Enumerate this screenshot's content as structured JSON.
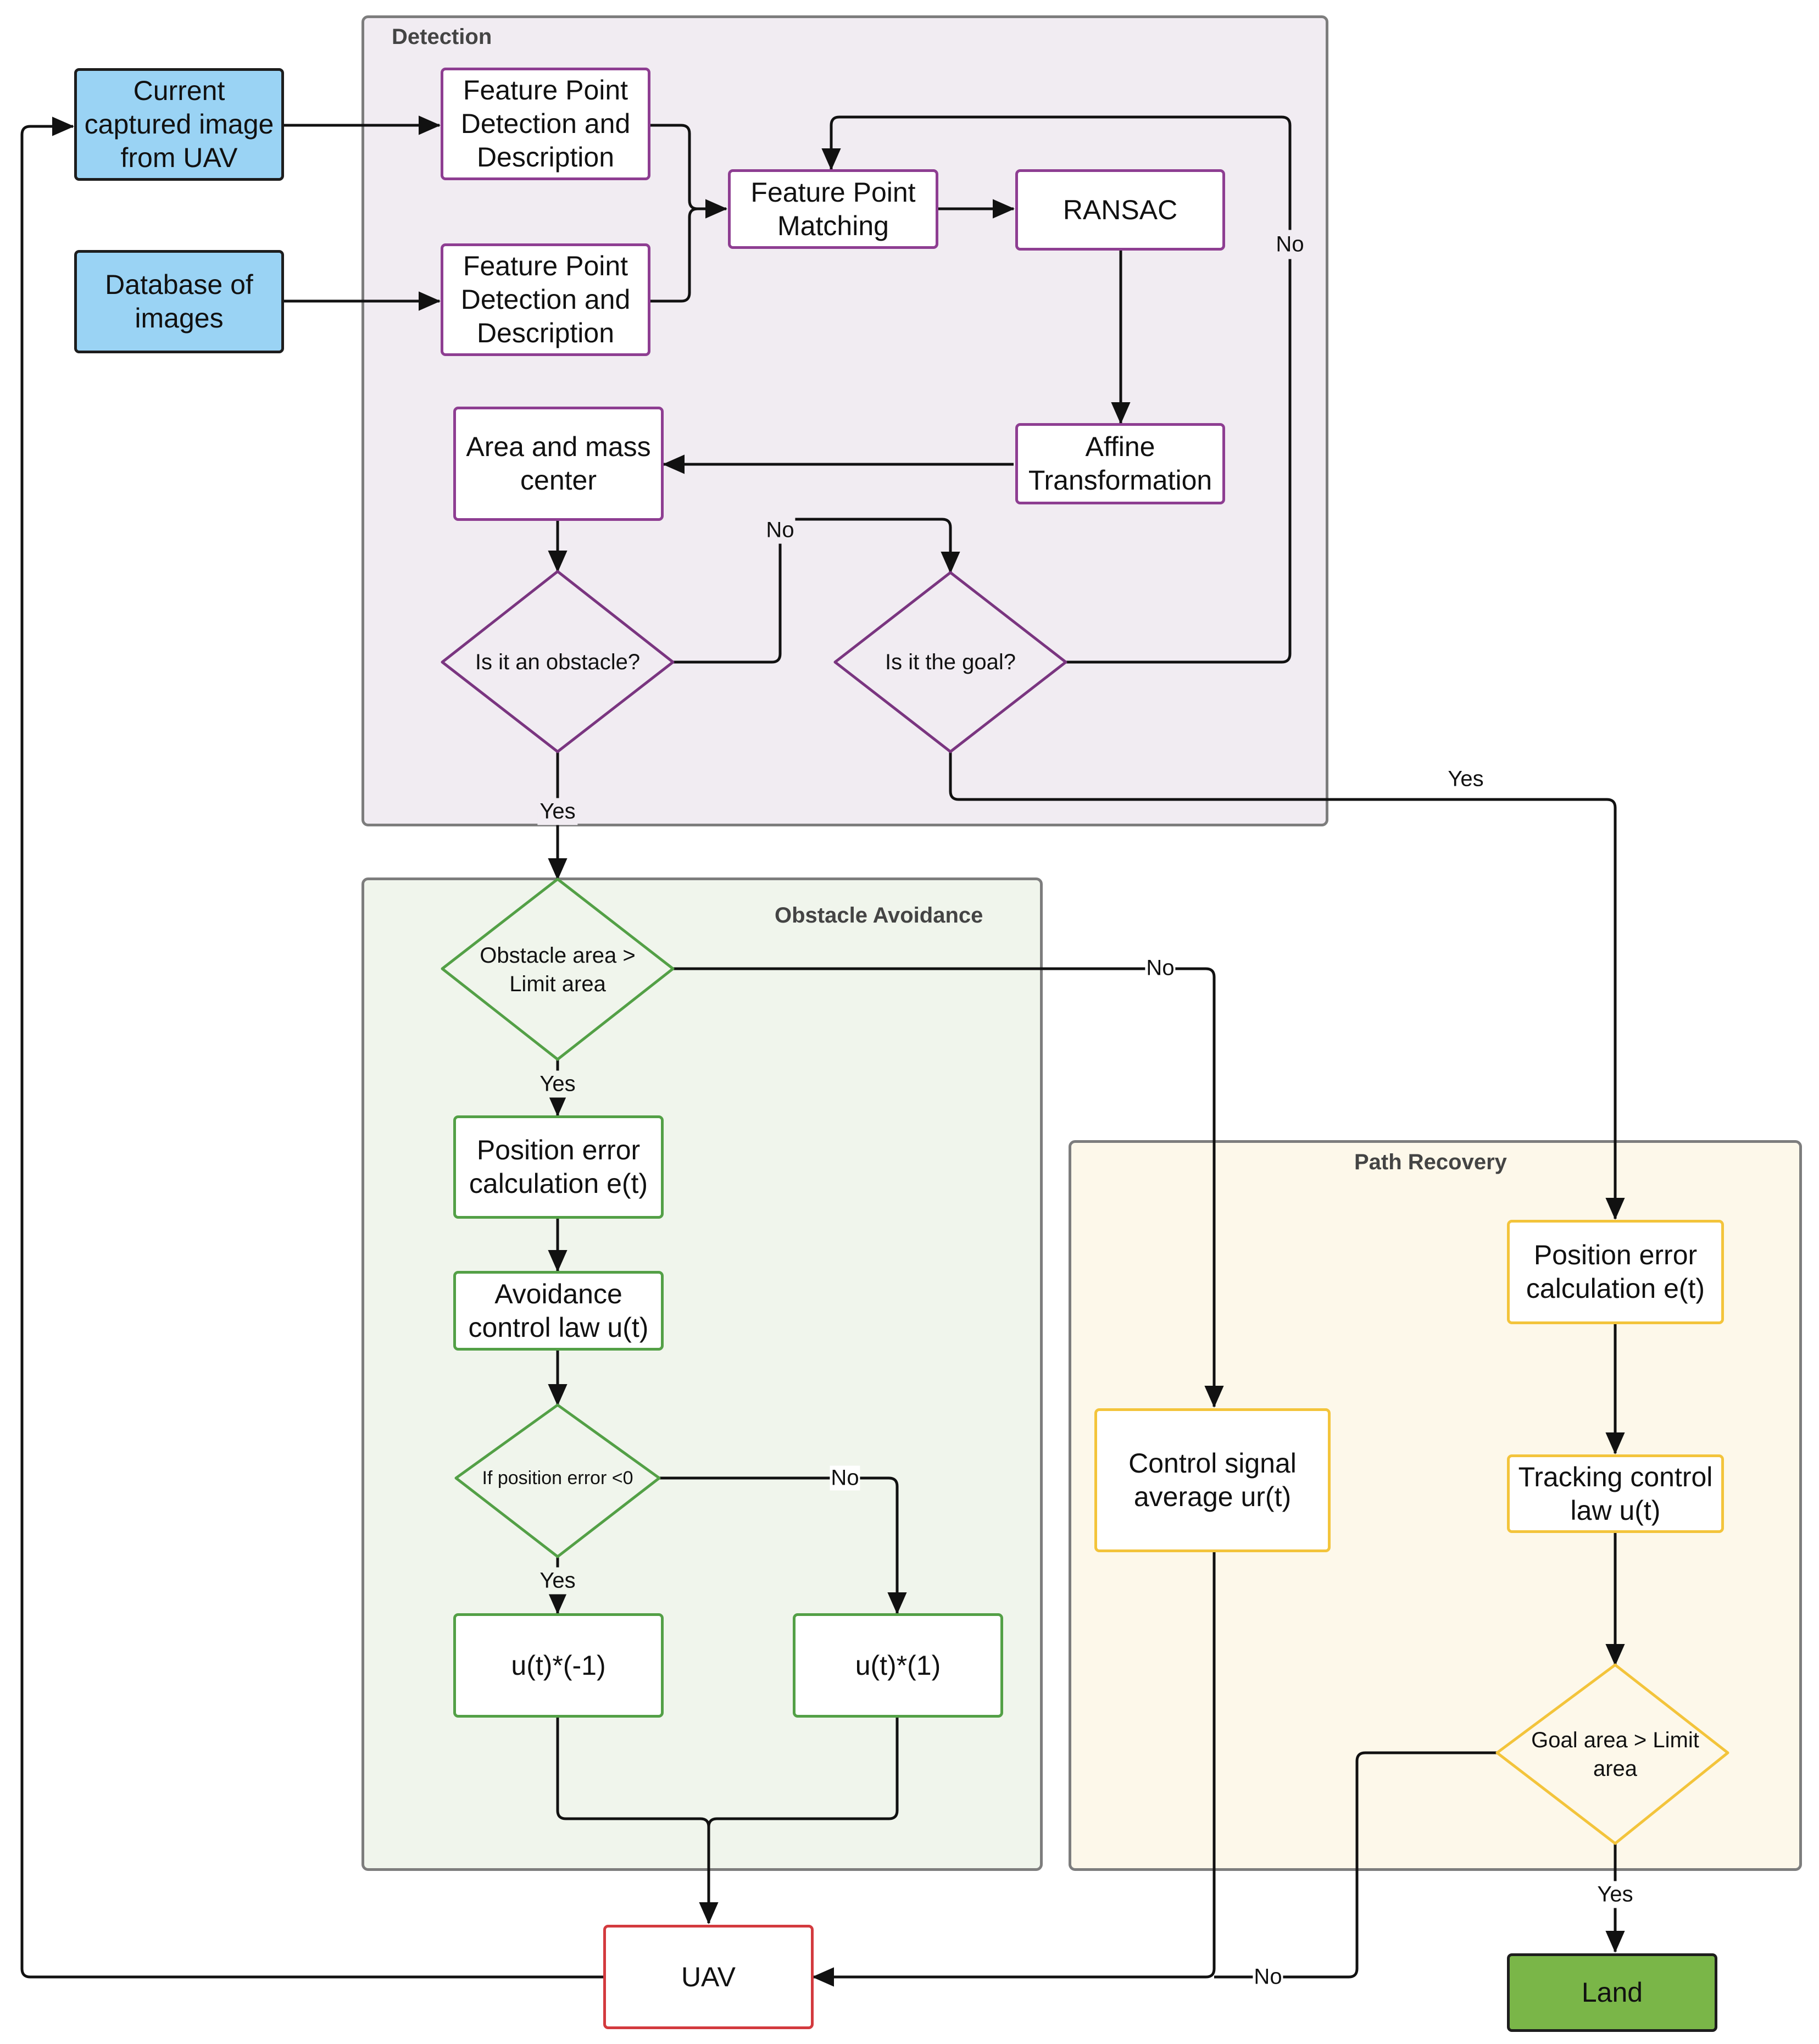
{
  "groups": {
    "detection": "Detection",
    "obstacle_avoidance": "Obstacle Avoidance",
    "path_recovery": "Path Recovery"
  },
  "nodes": {
    "current_image": [
      "Current",
      "captured image",
      "from UAV"
    ],
    "database": [
      "Database of",
      "images"
    ],
    "fpdd_top": [
      "Feature Point",
      "Detection and",
      "Description"
    ],
    "fpdd_bottom": [
      "Feature Point",
      "Detection and",
      "Description"
    ],
    "fp_matching": [
      "Feature Point",
      "Matching"
    ],
    "ransac": [
      "RANSAC"
    ],
    "affine": [
      "Affine",
      "Transformation"
    ],
    "area_mass": [
      "Area and mass",
      "center"
    ],
    "is_obstacle": [
      "Is it an obstacle?"
    ],
    "is_goal": [
      "Is it the goal?"
    ],
    "obstacle_area": [
      "Obstacle area >",
      "Limit area"
    ],
    "pos_err_green": [
      "Position error",
      "calculation e(t)"
    ],
    "avoidance_law": [
      "Avoidance",
      "control law u(t)"
    ],
    "if_pos_err": [
      "If position error <0"
    ],
    "u_neg": [
      "u(t)*(-1)"
    ],
    "u_pos": [
      "u(t)*(1)"
    ],
    "control_avg": [
      "Control signal",
      "average ur(t)"
    ],
    "pos_err_yellow": [
      "Position error",
      "calculation e(t)"
    ],
    "tracking_law": [
      "Tracking control",
      "law u(t)"
    ],
    "goal_area": [
      "Goal area > Limit",
      "area"
    ],
    "uav": [
      "UAV"
    ],
    "land": [
      "Land"
    ]
  },
  "edge_labels": {
    "goal_no": "No",
    "obstacle_no": "No",
    "obstacle_yes": "Yes",
    "goal_yes": "Yes",
    "obstacle_area_no": "No",
    "obstacle_area_yes": "Yes",
    "pos_err_no": "No",
    "pos_err_yes": "Yes",
    "goal_area_yes": "Yes",
    "goal_area_no": "No"
  },
  "colors": {
    "detection_fill": "#f1ecf2",
    "avoidance_fill": "#f0f5ec",
    "recovery_fill": "#fdf8ea",
    "purple": "#8e3e92",
    "green": "#53a046",
    "yellow": "#f3c43b",
    "blue_fill": "#9ad3f4",
    "uav_border": "#d33a3e",
    "land_fill": "#7ab648"
  }
}
